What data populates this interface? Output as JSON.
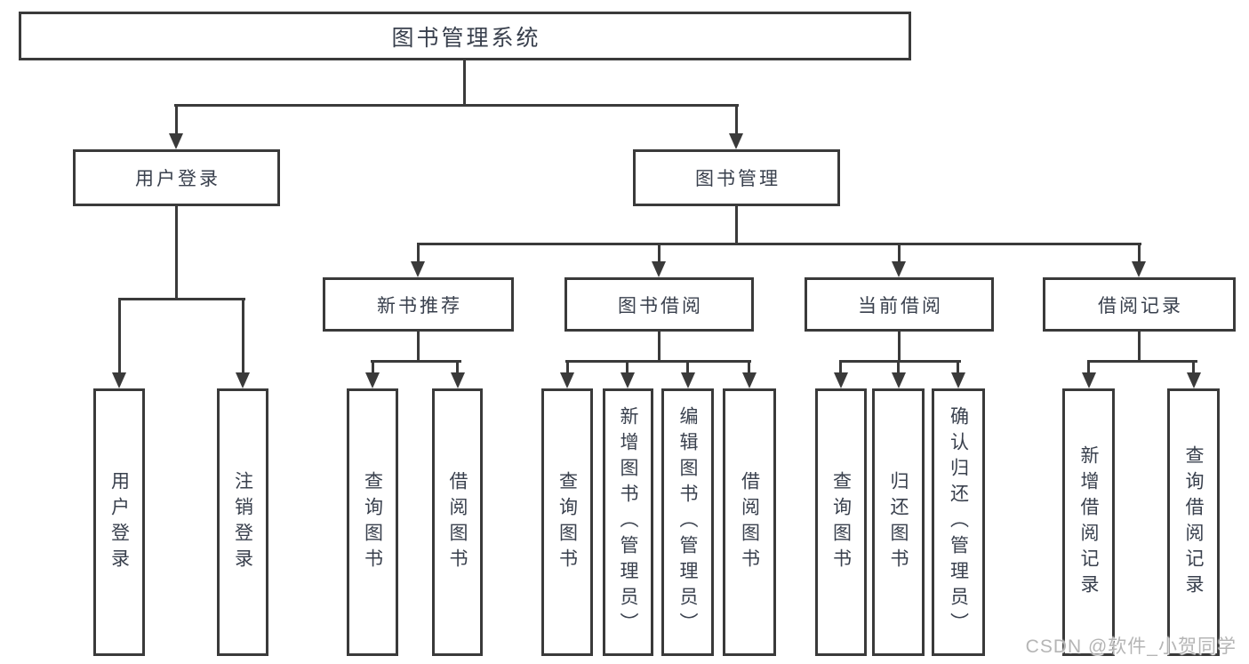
{
  "diagram_title": "图书管理系统",
  "tree": {
    "label": "图书管理系统",
    "children": [
      {
        "label": "用户登录",
        "children": [
          {
            "label": "用户登录"
          },
          {
            "label": "注销登录"
          }
        ]
      },
      {
        "label": "图书管理",
        "children": [
          {
            "label": "新书推荐",
            "children": [
              {
                "label": "查询图书"
              },
              {
                "label": "借阅图书"
              }
            ]
          },
          {
            "label": "图书借阅",
            "children": [
              {
                "label": "查询图书"
              },
              {
                "label": "新增图书（管理员）"
              },
              {
                "label": "编辑图书（管理员）"
              },
              {
                "label": "借阅图书"
              }
            ]
          },
          {
            "label": "当前借阅",
            "children": [
              {
                "label": "查询图书"
              },
              {
                "label": "归还图书"
              },
              {
                "label": "确认归还（管理员）"
              }
            ]
          },
          {
            "label": "借阅记录",
            "children": [
              {
                "label": "新增借阅记录"
              },
              {
                "label": "查询借阅记录"
              }
            ]
          }
        ]
      }
    ]
  },
  "watermark": {
    "text": "CSDN @软件_小贺同学"
  },
  "colors": {
    "line": "#3a3a3a",
    "text": "#39404d",
    "watermark": "#b5b5b5",
    "background": "#ffffff"
  }
}
